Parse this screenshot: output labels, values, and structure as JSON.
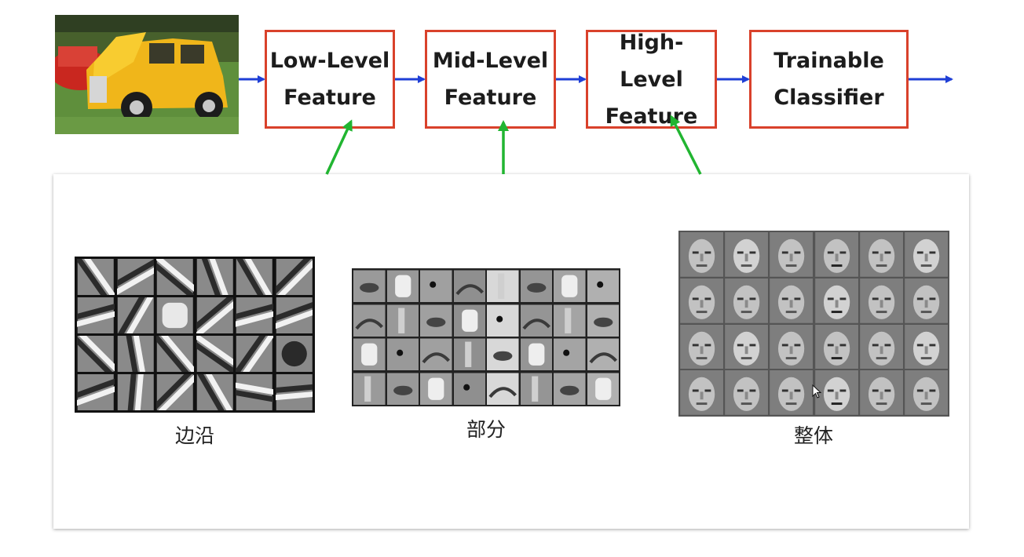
{
  "pipeline": {
    "stages": [
      {
        "key": "low",
        "label": "Low-Level\nFeature"
      },
      {
        "key": "mid",
        "label": "Mid-Level\nFeature"
      },
      {
        "key": "high",
        "label": "High-Level\nFeature"
      },
      {
        "key": "cls",
        "label": "Trainable\nClassifier"
      }
    ]
  },
  "examples": {
    "edges": {
      "caption": "边沿"
    },
    "parts": {
      "caption": "部分"
    },
    "wholes": {
      "caption": "整体"
    }
  },
  "colors": {
    "box_border": "#d9412b",
    "flow_arrow": "#1f3fd6",
    "link_arrow": "#21b531",
    "panel_bg": "#ffffff"
  },
  "icons": {
    "flow_arrow": "right-arrow-icon",
    "link_arrow": "up-arrow-icon",
    "cursor": "mouse-pointer-icon"
  }
}
